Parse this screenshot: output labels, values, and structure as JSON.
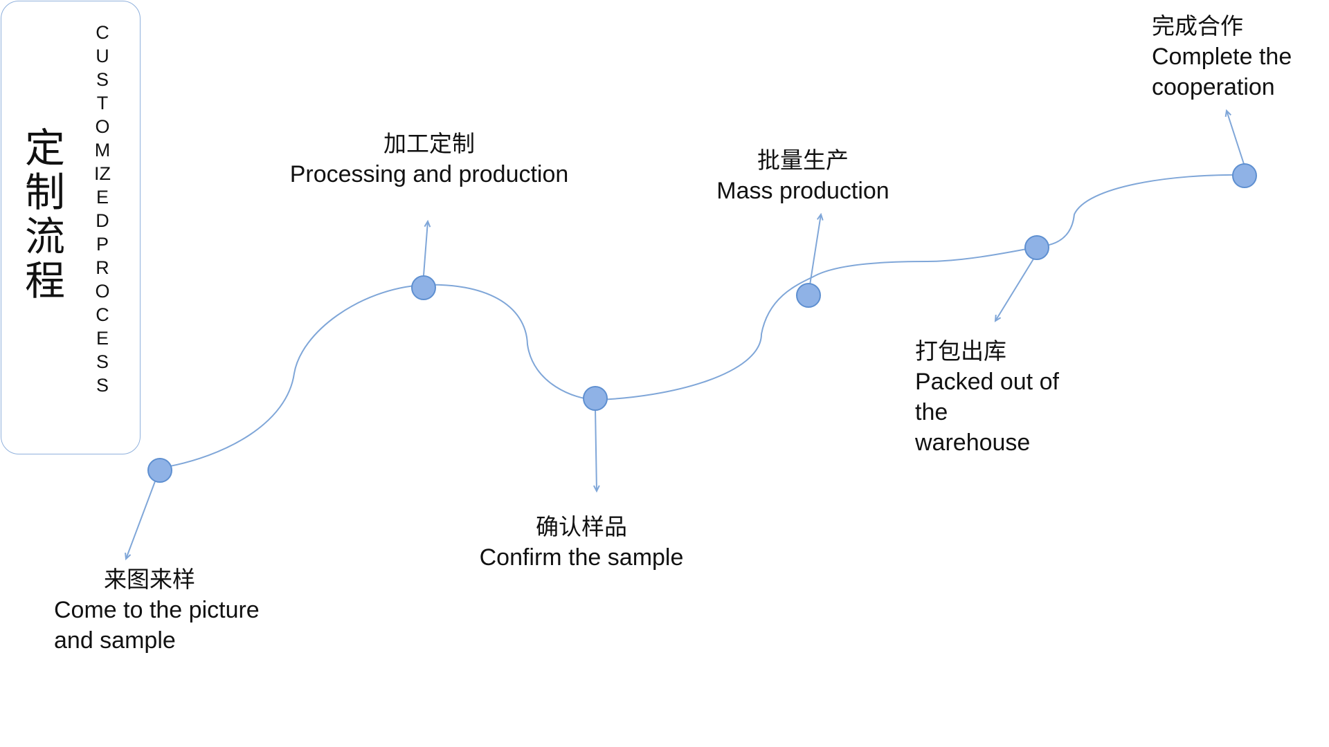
{
  "title": {
    "zh": "定制流程",
    "en": "CUSTOMIZED  PROCESS"
  },
  "colors": {
    "curve": "#7fa6d8",
    "node_fill": "#8fb2e6",
    "node_stroke": "#5e8fd0",
    "arrow": "#7fa6d8",
    "box_border": "#8fb0dc",
    "text": "#111111"
  },
  "steps": [
    {
      "id": "step-1",
      "zh": "来图来样",
      "en": "Come to the picture and sample"
    },
    {
      "id": "step-2",
      "zh": "加工定制",
      "en": "Processing and production"
    },
    {
      "id": "step-3",
      "zh": "确认样品",
      "en": "Confirm the sample"
    },
    {
      "id": "step-4",
      "zh": "批量生产",
      "en": "Mass production"
    },
    {
      "id": "step-5",
      "zh": "打包出库",
      "en": "Packed out of the warehouse"
    },
    {
      "id": "step-6",
      "zh": "完成合作",
      "en": "Complete the cooperation"
    }
  ]
}
